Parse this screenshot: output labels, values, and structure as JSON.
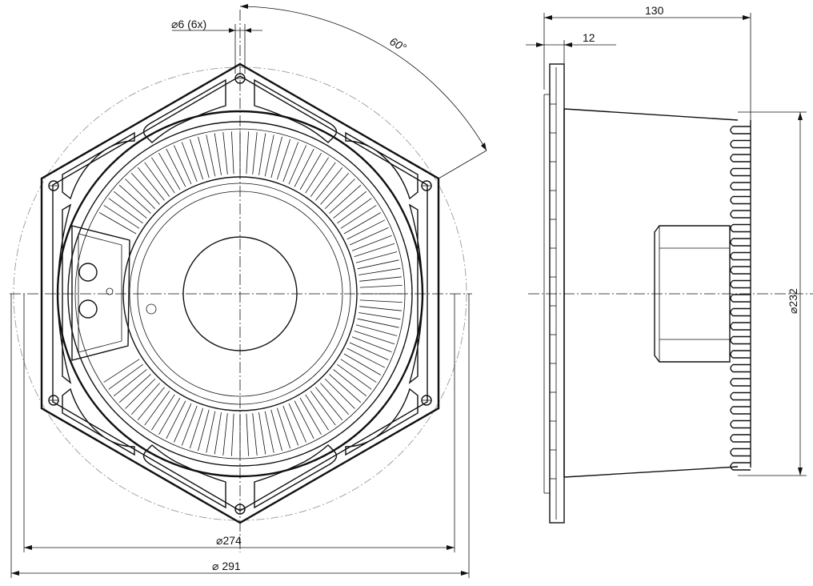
{
  "dimensions": {
    "hole_dia": "6 (6x)",
    "angle": "60°",
    "inner_dia": "274",
    "outer_dia": "291",
    "depth_total": "130",
    "flange_thickness": "12",
    "body_dia": "232"
  },
  "symbols": {
    "diameter": "⌀"
  },
  "colors": {
    "line": "#111111",
    "ghost": "#9a9a9a",
    "background": "#ffffff"
  }
}
